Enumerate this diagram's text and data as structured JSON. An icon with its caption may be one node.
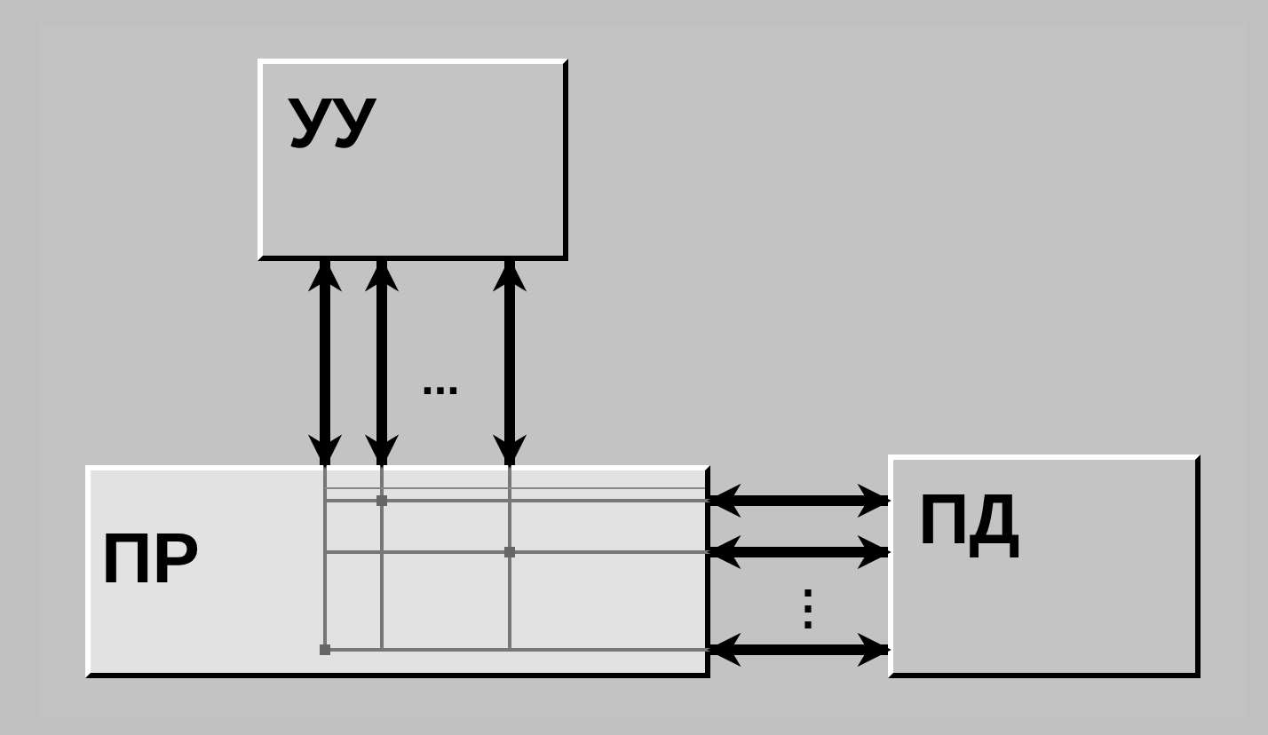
{
  "diagram": {
    "nodes": [
      {
        "text": [
          "УУ"
        ]
      },
      {
        "text": [
          "ПР"
        ]
      },
      {
        "text": [
          "ПД"
        ]
      }
    ],
    "edges": [
      {
        "from": 0,
        "to": 1,
        "arrow": "both"
      },
      {
        "from": 0,
        "to": 1,
        "arrow": "both"
      },
      {
        "from": 0,
        "to": 1,
        "arrow": "both"
      },
      {
        "from": 1,
        "to": 2,
        "arrow": "both"
      },
      {
        "from": 1,
        "to": 2,
        "arrow": "both"
      },
      {
        "from": 1,
        "to": 2,
        "arrow": "both"
      }
    ],
    "labels": [
      "...",
      "⋮"
    ]
  }
}
